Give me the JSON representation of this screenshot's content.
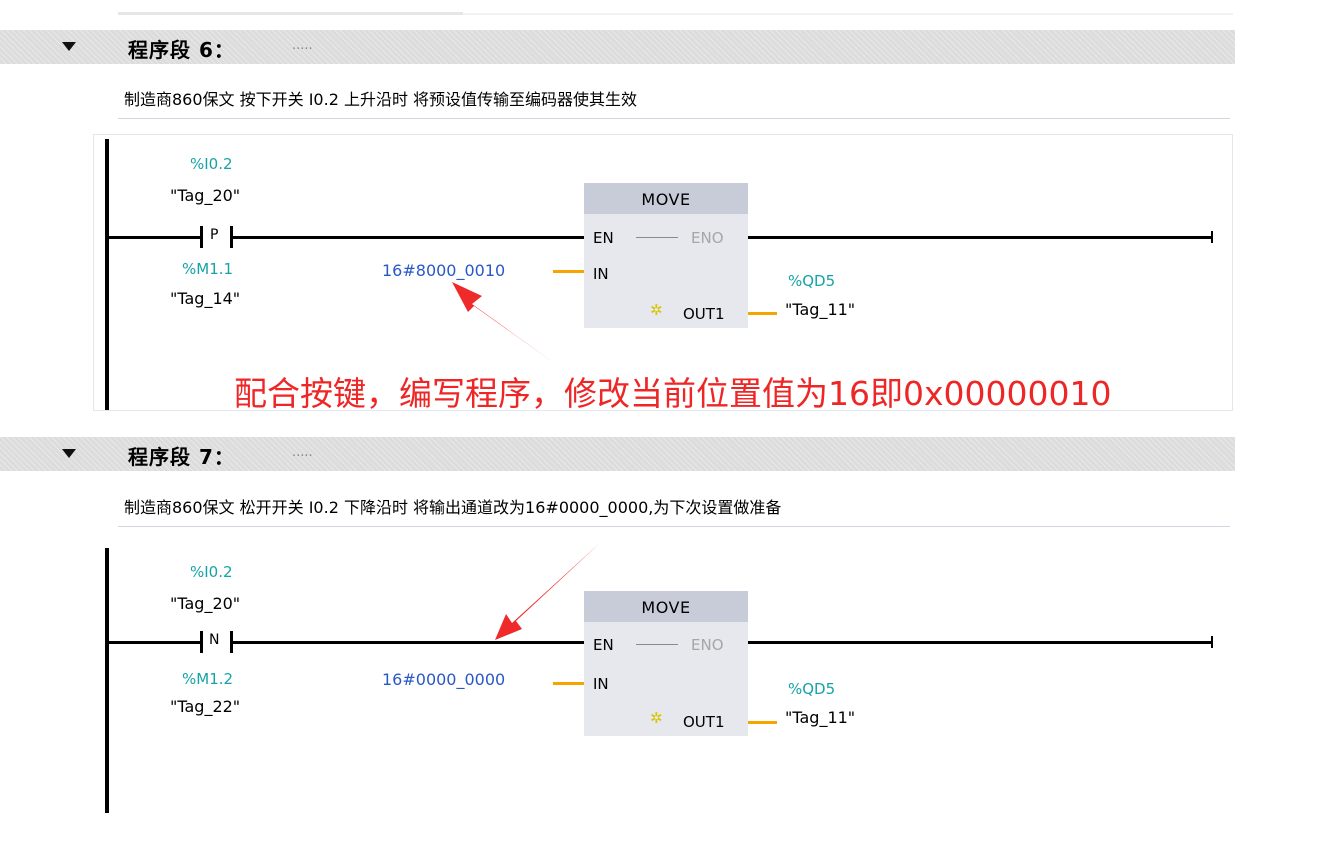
{
  "networks": [
    {
      "title": "程序段 6：",
      "dots": ".....",
      "comment": "制造商860保文 按下开关 I0.2 上升沿时 将预设值传输至编码器使其生效",
      "contact": {
        "address": "%I0.2",
        "tag": "\"Tag_20\"",
        "type": "P",
        "mem_address": "%M1.1",
        "mem_tag": "\"Tag_14\""
      },
      "move": {
        "title": "MOVE",
        "en": "EN",
        "eno": "ENO",
        "in": "IN",
        "out": "OUT1",
        "in_value": "16#8000_0010",
        "out_address": "%QD5",
        "out_tag": "\"Tag_11\""
      }
    },
    {
      "title": "程序段 7：",
      "dots": ".....",
      "comment": "制造商860保文  松开开关 I0.2 下降沿时 将输出通道改为16#0000_0000,为下次设置做准备",
      "contact": {
        "address": "%I0.2",
        "tag": "\"Tag_20\"",
        "type": "N",
        "mem_address": "%M1.2",
        "mem_tag": "\"Tag_22\""
      },
      "move": {
        "title": "MOVE",
        "en": "EN",
        "eno": "ENO",
        "in": "IN",
        "out": "OUT1",
        "in_value": "16#0000_0000",
        "out_address": "%QD5",
        "out_tag": "\"Tag_11\""
      }
    }
  ],
  "annotation": "配合按键，编写程序，修改当前位置值为16即0x00000010",
  "colors": {
    "address": "#16a3a6",
    "constant": "#2958c7",
    "wire_orange": "#f5a400",
    "annotation": "#ee2626",
    "header_bg": "#dcdcdc",
    "box_bg": "#e6e8ee",
    "box_title": "#c8ccd8"
  }
}
